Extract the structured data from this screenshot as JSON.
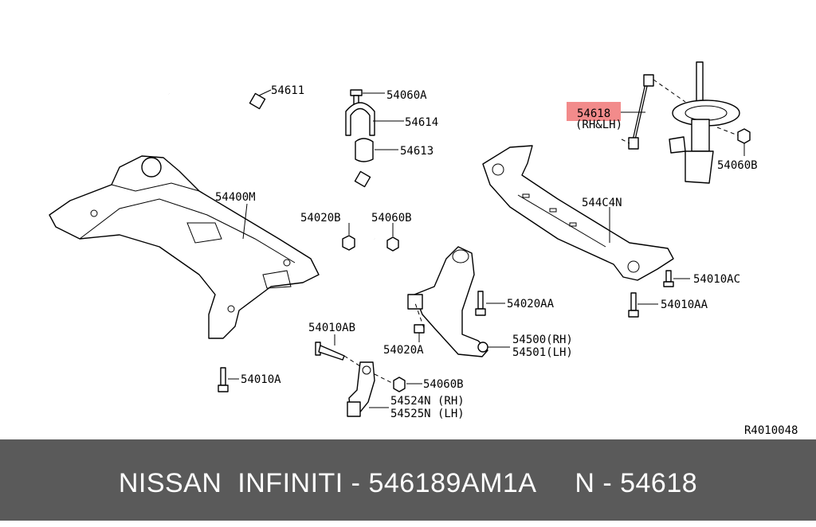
{
  "diagram": {
    "ref_code": "R4010048",
    "highlight_color": "#f28b8b",
    "parts": [
      {
        "id": "stabilizer_bar",
        "label": "54611",
        "icon": "stabilizer-bar-icon"
      },
      {
        "id": "bolt_top",
        "label": "54060A",
        "icon": "bolt-icon"
      },
      {
        "id": "clamp",
        "label": "54614",
        "icon": "clamp-icon"
      },
      {
        "id": "bushing",
        "label": "54613",
        "icon": "bushing-icon"
      },
      {
        "id": "link_rod",
        "label": "54618",
        "sub": "(RH&LH)",
        "highlight": true,
        "icon": "stabilizer-link-icon"
      },
      {
        "id": "strut_nut",
        "label": "54060B",
        "icon": "nut-icon"
      },
      {
        "id": "subframe",
        "label": "54400M",
        "icon": "subframe-icon"
      },
      {
        "id": "nut_left",
        "label": "54020B",
        "icon": "nut-icon"
      },
      {
        "id": "nut_bar",
        "label": "54060B",
        "icon": "nut-icon"
      },
      {
        "id": "member",
        "label": "544C4N",
        "icon": "member-icon"
      },
      {
        "id": "bolt_ac",
        "label": "54010AC",
        "icon": "bolt-icon"
      },
      {
        "id": "bolt_aa",
        "label": "54020AA",
        "icon": "bolt-icon"
      },
      {
        "id": "bolt_10aa",
        "label": "54010AA",
        "icon": "bolt-icon"
      },
      {
        "id": "lower_arm_rh",
        "label": "54500(RH)",
        "icon": "lower-arm-icon"
      },
      {
        "id": "lower_arm_lh",
        "label": "54501(LH)"
      },
      {
        "id": "bolt_ab",
        "label": "54010AB",
        "icon": "bolt-icon"
      },
      {
        "id": "nut_20a",
        "label": "54020A",
        "icon": "nut-icon"
      },
      {
        "id": "nut_60b_low",
        "label": "54060B",
        "icon": "nut-icon"
      },
      {
        "id": "bolt_10a",
        "label": "54010A",
        "icon": "bolt-icon"
      },
      {
        "id": "bracket_rh",
        "label": "54524N (RH)",
        "icon": "bracket-icon"
      },
      {
        "id": "bracket_lh",
        "label": "54525N (LH)"
      }
    ]
  },
  "footer": {
    "text": "NISSAN  INFINITI - 546189AM1A     N - 54618",
    "bg_color": "#5a5a5a"
  }
}
